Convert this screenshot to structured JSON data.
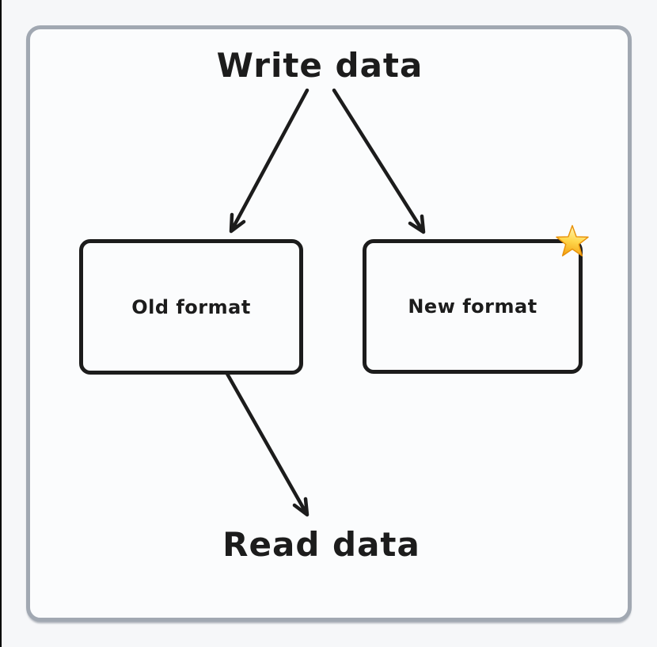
{
  "colors": {
    "background": "#f6f7f9",
    "panel_background": "#fbfcfd",
    "panel_border": "#a1a8b2",
    "ink": "#1c1c1c",
    "star_gold": "#f29d0d",
    "star_light": "#fff3b0"
  },
  "diagram": {
    "title": "Write data",
    "footer": "Read data",
    "nodes": {
      "old": {
        "label": "Old format"
      },
      "new": {
        "label": "New format",
        "badge": "star-icon"
      }
    },
    "edges": [
      {
        "from": "Write data",
        "to": "Old format"
      },
      {
        "from": "Write data",
        "to": "New format"
      },
      {
        "from": "Old format",
        "to": "Read data"
      }
    ]
  }
}
